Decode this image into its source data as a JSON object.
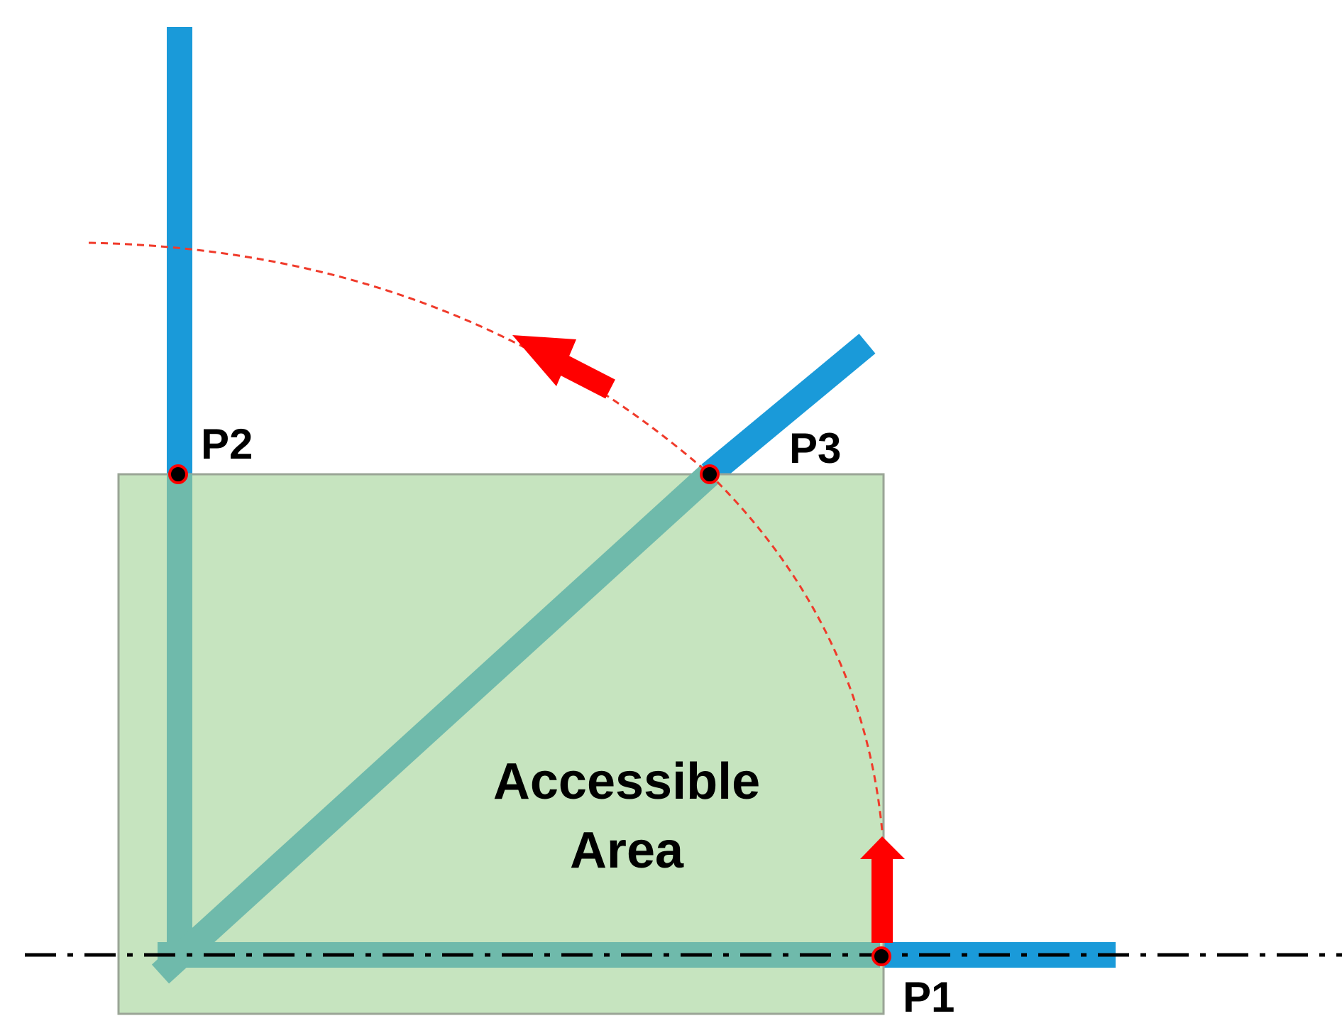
{
  "points": {
    "p1_label": "P1",
    "p2_label": "P2",
    "p3_label": "P3"
  },
  "area": {
    "line1": "Accessible",
    "line2": "Area"
  },
  "colors": {
    "arm_blue": "#1a9ad9",
    "area_fill": "#c6e4bf",
    "area_stroke": "#9aa596",
    "arm_overlap": "#6fbaab",
    "arrow_red": "#ff0000",
    "arc_red": "#f03a2a",
    "axis_black": "#000000",
    "label_black": "#000000"
  },
  "icons": {
    "pivot": "pivot-point-marker",
    "motion": "rotation-direction-arrow"
  }
}
